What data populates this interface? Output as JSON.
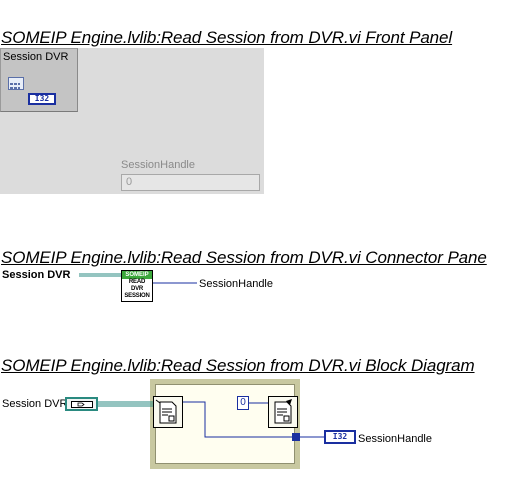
{
  "front_panel": {
    "heading": "SOMEIP Engine.lvlib:Read Session from DVR.vi Front Panel",
    "cluster_label": "Session DVR",
    "cluster_type": "I32",
    "session_handle_label": "SessionHandle",
    "session_handle_value": "0"
  },
  "connector_pane": {
    "heading": "SOMEIP Engine.lvlib:Read Session from DVR.vi Connector Pane",
    "input_label": "Session DVR",
    "output_label": "SessionHandle",
    "icon_banner": "SOMEIP",
    "icon_lines": [
      "READ",
      "DVR",
      "SESSION"
    ]
  },
  "block_diagram": {
    "heading": "SOMEIP Engine.lvlib:Read Session from DVR.vi Block Diagram",
    "input_label": "Session DVR",
    "output_label": "SessionHandle",
    "output_type": "I32",
    "constant_value": "0"
  },
  "colors": {
    "wire_blue": "#1a2fa0",
    "dvr_wire": "#2a8a80",
    "icon_green": "#3ca83c",
    "struct_border": "#c8c8a0"
  },
  "icons": [
    "grid-icon",
    "dvr-terminal-icon",
    "vi-icon",
    "read-node-icon",
    "write-node-icon"
  ]
}
